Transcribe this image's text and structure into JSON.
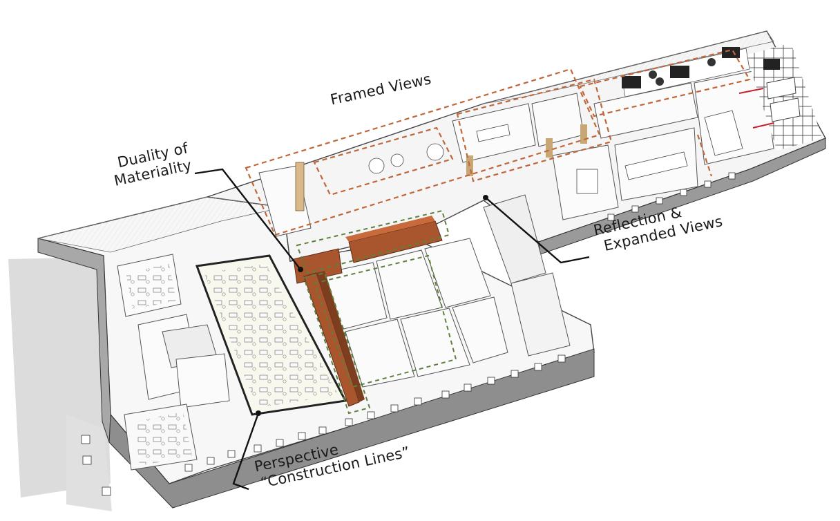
{
  "labels": {
    "framed_views": "Framed Views",
    "duality_line1": "Duality of",
    "duality_line2": "Materiality",
    "reflection_line1": "Reflection &",
    "reflection_line2": "Expanded Views",
    "perspective_line1": "Perspective",
    "perspective_line2": "“Construction Lines”"
  },
  "colors": {
    "frame_dash": "#c0673a",
    "construction_dash": "#5f7f3c",
    "wood": "#a9552e",
    "wood_light": "#c86a3b",
    "wall_top": "#f2f2f2",
    "wall_side": "#8c8c8c",
    "leader": "#111111"
  }
}
